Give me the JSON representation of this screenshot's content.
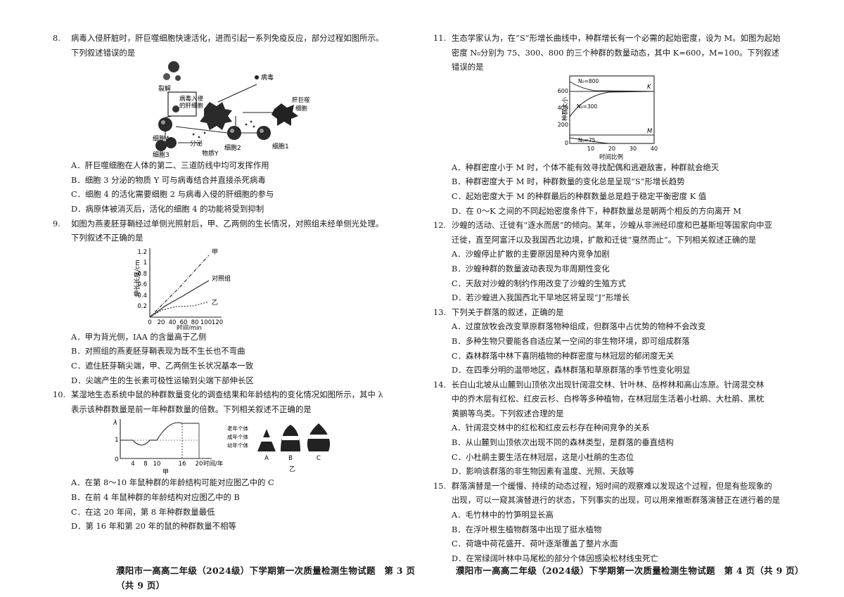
{
  "left": {
    "q8": {
      "num": "8.",
      "stem1": "病毒入侵肝脏时，肝巨噬细胞快速活化，进而引起一系列免疫反应，部分过程如图所示。",
      "stem2": "下列叙述错误的是",
      "fig": {
        "virus": "病毒",
        "lysis": "裂解",
        "infected": "病毒入侵的肝细胞",
        "kupffer": "肝巨噬细胞",
        "cell4": "细胞4",
        "cell3": "细胞3",
        "cell2": "细胞2",
        "cell1": "细胞1",
        "secrete": "分泌",
        "substY": "物质Y"
      },
      "A": "A．肝巨噬细胞在人体的第二、三道防线中均可发挥作用",
      "B": "B．细胞 3 分泌的物质 Y 可与病毒结合并直接杀死病毒",
      "C": "C．细胞 4 的活化需要细胞 2 与病毒入侵的肝细胞的参与",
      "D": "D．病原体被消灭后，活化的细胞 4 的功能将受到抑制"
    },
    "q9": {
      "num": "9.",
      "stem1": "如图为燕麦胚芽鞘经过单侧光照射后，甲、乙两侧的生长情况，对照组未经单侧光处理。",
      "stem2": "下列叙述不正确的是",
      "fig": {
        "ylabel": "伸长长度/cm",
        "xlabel": "时间/min",
        "yticks": [
          "1.2",
          "1",
          "0.8",
          "0.6",
          "0.4",
          "0.2",
          "0"
        ],
        "xticks": [
          "0",
          "20",
          "40",
          "60",
          "80",
          "100",
          "120"
        ],
        "s_jia": "甲",
        "s_ctrl": "对照组",
        "s_yi": "乙"
      },
      "A": "A．甲为背光侧，IAA 的含量高于乙侧",
      "B": "B．对照组的燕麦胚芽鞘表现为既不生长也不弯曲",
      "C": "C．遮住胚芽鞘尖端，甲、乙两侧生长状况基本一致",
      "D": "D．尖端产生的生长素可极性运输到尖端下部伸长区"
    },
    "q10": {
      "num": "10.",
      "stem1": "某湿地生态系统中鼠的种群数量变化的调查结果和年龄结构的变化情况如图所示，其中 λ",
      "stem2": "表示该种群数量是前一年种群数量的倍数。下列相关叙述不正确的是",
      "fig": {
        "lambda": "λ",
        "one": "1",
        "zero": "0",
        "xt4": "4",
        "xt8": "8",
        "xt10": "10",
        "xt16": "16",
        "xt20": "20",
        "xunit": "时间/年",
        "cap_jia": "甲",
        "old": "老年个体",
        "adult": "成年个体",
        "young": "幼年个体",
        "a": "A",
        "b": "B",
        "c": "C",
        "cap_yi": "乙"
      },
      "A": "A．在第 8～10 年鼠种群的年龄结构可能对应图乙中的 C",
      "B": "B．在前 4 年鼠种群的年龄结构对应图乙中的 B",
      "C": "C．在这 20 年间，第 8 年种群数量最低",
      "D": "D．第 16 年和第 20 年的鼠的种群数量不相等"
    },
    "footer": {
      "title": "濮阳市一高高二年级（2024级）下学期第一次质量检测生物试题",
      "page": "第 3 页（共 9 页）"
    }
  },
  "right": {
    "q11": {
      "num": "11.",
      "stem1": "生态学家认为，在“S”形增长曲线中，种群增长有一个必需的起始密度，设为 M。如图为起始",
      "stem2": "密度 N₀分别为 75、300、800 的三个种群的数量动态，其中 K=600，M=100。下列叙述错误的是",
      "fig": {
        "ylabel": "种群大小",
        "xlabel": "时间比例",
        "y600": "600",
        "y400": "400",
        "y200": "200",
        "y0": "0",
        "x10": "10",
        "x20": "20",
        "x30": "30",
        "x40": "40",
        "n800": "N₀=800",
        "n300": "N₀=300",
        "n75": "N₀=75",
        "k": "K",
        "m": "M"
      },
      "A": "A．种群密度小于 M 时，个体不能有效寻找配偶和逃避敌害，种群就会绝灭",
      "B": "B．种群密度大于 M 时，种群数量的变化总是呈现“S”形增长趋势",
      "C": "C．起始密度大于 M 的种群最后的种群数量总是趋于稳定平衡密度 K 值",
      "D": "D．在 0～K 之间的不同起始密度条件下，种群数量总是朝两个相反的方向离开 M"
    },
    "q12": {
      "num": "12.",
      "stem1": "沙蝗的活动、迁徙有“逐水而居”的倾向。某年，沙蝗从非洲经印度和巴基斯坦等国家向中亚",
      "stem2": "迁徙，直至阿富汗以及我国西北边境，扩散和迁徙“戛然而止”。下列相关叙述正确的是",
      "A": "A．沙蝗停止扩散的主要原因是种内竞争加剧",
      "B": "B．沙蝗种群的数量波动表现为非周期性变化",
      "C": "C．天敌对沙蝗的制约作用改变了沙蝗的生殖方式",
      "D": "D．若沙蝗进入我国西北干旱地区将呈现“J”形增长"
    },
    "q13": {
      "num": "13.",
      "stem1": "下列关于群落的叙述，正确的是",
      "A": "A．过度放牧会改变草原群落物种组成，但群落中占优势的物种不会改变",
      "B": "B．多种生物只要能各自适应某一空间的非生物环境，即可组成群落",
      "C": "C．森林群落中林下喜阴植物的种群密度与林冠层的郁闭度无关",
      "D": "D．在四季分明的温带地区，森林群落和草原群落的季节性变化明显"
    },
    "q14": {
      "num": "14.",
      "stem1": "长白山北坡从山麓到山顶依次出现针阔混交林、针叶林、岳桦林和高山冻原。针阔混交林",
      "stem2": "中的乔木层有红松、红皮云杉、白桦等多种植物，在林冠层生活着小杜鹃、大杜鹃、黑枕",
      "stem3": "黄鹂等鸟类。下列叙述合理的是",
      "A": "A．针阔混交林中的红松和红皮云杉存在种间竞争的关系",
      "B": "B．从山麓到山顶依次出现不同的森林类型，是群落的垂直结构",
      "C": "C．小杜鹃主要生活在林冠层，这是小杜鹃的生态位",
      "D": "D．影响该群落的非生物因素有温度、光照、天敌等"
    },
    "q15": {
      "num": "15.",
      "stem1": "群落演替是一个缓慢、持续的动态过程，短时间的观察难以发现这个过程，但是有些现象的",
      "stem2": "出现，可以一窥其演替进行的状态，下列事实的出现，可以用来推断群落演替正在进行着的是",
      "A": "A．毛竹林中的竹笋明显长高",
      "B": "B．在浮叶根生植物群落中出现了挺水植物",
      "C": "C．荷塘中荷花盛开、荷叶逐渐覆盖了整片水面",
      "D": "D．在常绿阔叶林中马尾松的部分个体因感染松材线虫死亡"
    },
    "footer": {
      "title": "濮阳市一高高二年级（2024级）下学期第一次质量检测生物试题",
      "page": "第 4 页（共 9 页）"
    }
  }
}
